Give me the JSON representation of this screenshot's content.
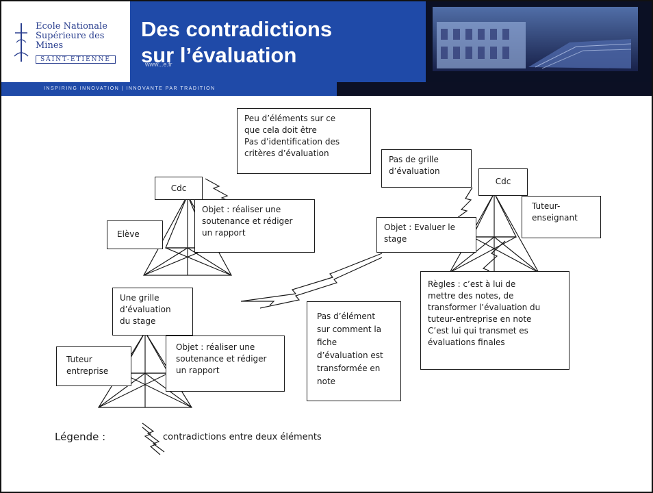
{
  "header": {
    "logo_line1": "Ecole Nationale",
    "logo_line2": "Supérieure des Mines",
    "logo_line3": "SAINT-ETIENNE",
    "title_line1": "Des contradictions",
    "title_line2": "sur l’évaluation",
    "watermark": "www...e.fr",
    "banner": "INSPIRING INNOVATION | INNOVANTE PAR TRADITION"
  },
  "diagram": {
    "top_note": [
      "Peu d’éléments sur ce",
      "que cela doit être",
      "Pas d’identification des",
      "critères d’évaluation"
    ],
    "no_grid": [
      "Pas de grille",
      "d’évaluation"
    ],
    "cdc_left": "Cdc",
    "cdc_right": "Cdc",
    "objet_left": [
      "Objet : réaliser une",
      "soutenance et rédiger",
      "un rapport"
    ],
    "eleve": "Elève",
    "objet_middle": [
      "Objet : Evaluer le",
      "stage"
    ],
    "tuteur_enseignant": [
      "Tuteur-",
      "enseignant"
    ],
    "regles": [
      "Règles : c’est à lui de",
      "mettre des notes, de",
      "transformer l’évaluation du",
      "tuteur-entreprise en note",
      "C’est lui qui transmet es",
      "évaluations finales"
    ],
    "grille": [
      "Une grille",
      "d’évaluation",
      "du stage"
    ],
    "tuteur_entreprise": [
      "Tuteur",
      "entreprise"
    ],
    "objet_bottom": [
      "Objet : réaliser une",
      "soutenance et rédiger",
      "un rapport"
    ],
    "pas_element": [
      "Pas d’élément",
      "sur comment la",
      "fiche",
      "d’évaluation est",
      "transformée en",
      "note"
    ]
  },
  "legend": {
    "label": "Légende :",
    "text": "contradictions entre deux éléments"
  },
  "colors": {
    "header_blue": "#1f4aa8",
    "logo_blue": "#2a3f8f",
    "line": "#1b1b1b"
  }
}
